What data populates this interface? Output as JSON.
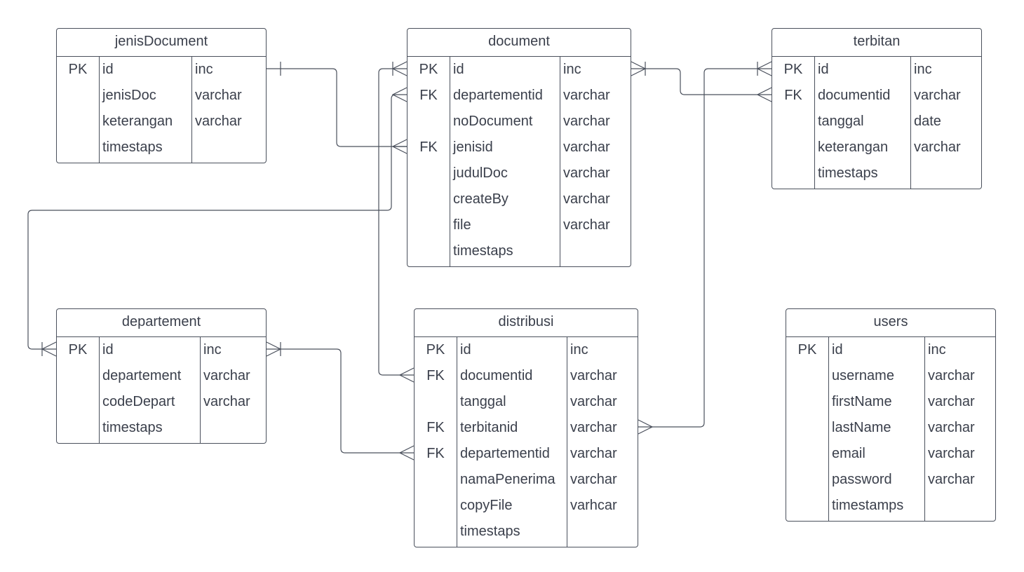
{
  "entities": [
    {
      "id": "jenisDocument",
      "title": "jenisDocument",
      "fields": [
        {
          "key": "PK",
          "name": "id",
          "type": "inc"
        },
        {
          "key": "",
          "name": "jenisDoc",
          "type": "varchar"
        },
        {
          "key": "",
          "name": "keterangan",
          "type": "varchar"
        },
        {
          "key": "",
          "name": "timestaps",
          "type": ""
        }
      ]
    },
    {
      "id": "document",
      "title": "document",
      "fields": [
        {
          "key": "PK",
          "name": "id",
          "type": "inc"
        },
        {
          "key": "FK",
          "name": "departementid",
          "type": "varchar"
        },
        {
          "key": "",
          "name": "noDocument",
          "type": "varchar"
        },
        {
          "key": "FK",
          "name": "jenisid",
          "type": "varchar"
        },
        {
          "key": "",
          "name": "judulDoc",
          "type": "varchar"
        },
        {
          "key": "",
          "name": "createBy",
          "type": "varchar"
        },
        {
          "key": "",
          "name": "file",
          "type": "varchar"
        },
        {
          "key": "",
          "name": "timestaps",
          "type": ""
        }
      ]
    },
    {
      "id": "terbitan",
      "title": "terbitan",
      "fields": [
        {
          "key": "PK",
          "name": "id",
          "type": "inc"
        },
        {
          "key": "FK",
          "name": "documentid",
          "type": "varchar"
        },
        {
          "key": "",
          "name": "tanggal",
          "type": "date"
        },
        {
          "key": "",
          "name": "keterangan",
          "type": "varchar"
        },
        {
          "key": "",
          "name": "timestaps",
          "type": ""
        }
      ]
    },
    {
      "id": "departement",
      "title": "departement",
      "fields": [
        {
          "key": "PK",
          "name": "id",
          "type": "inc"
        },
        {
          "key": "",
          "name": "departement",
          "type": "varchar"
        },
        {
          "key": "",
          "name": "codeDepart",
          "type": "varchar"
        },
        {
          "key": "",
          "name": "timestaps",
          "type": ""
        }
      ]
    },
    {
      "id": "distribusi",
      "title": "distribusi",
      "fields": [
        {
          "key": "PK",
          "name": "id",
          "type": "inc"
        },
        {
          "key": "FK",
          "name": "documentid",
          "type": "varchar"
        },
        {
          "key": "",
          "name": "tanggal",
          "type": "varchar"
        },
        {
          "key": "FK",
          "name": "terbitanid",
          "type": "varchar"
        },
        {
          "key": "FK",
          "name": "departementid",
          "type": "varchar"
        },
        {
          "key": "",
          "name": "namaPenerima",
          "type": "varchar"
        },
        {
          "key": "",
          "name": "copyFile",
          "type": "varhcar"
        },
        {
          "key": "",
          "name": "timestaps",
          "type": ""
        }
      ]
    },
    {
      "id": "users",
      "title": "users",
      "fields": [
        {
          "key": "PK",
          "name": "id",
          "type": "inc"
        },
        {
          "key": "",
          "name": "username",
          "type": "varchar"
        },
        {
          "key": "",
          "name": "firstName",
          "type": "varchar"
        },
        {
          "key": "",
          "name": "lastName",
          "type": "varchar"
        },
        {
          "key": "",
          "name": "email",
          "type": "varchar"
        },
        {
          "key": "",
          "name": "password",
          "type": "varchar"
        },
        {
          "key": "",
          "name": "timestamps",
          "type": ""
        }
      ]
    }
  ],
  "relationships": [
    {
      "from": "jenisDocument.id",
      "from_cardinality": "one",
      "to": "document.jenisid",
      "to_cardinality": "many"
    },
    {
      "from": "departement.id",
      "from_cardinality": "one-or-many",
      "to": "document.departementid",
      "to_cardinality": "many"
    },
    {
      "from": "document.id",
      "from_cardinality": "one-or-many",
      "to": "terbitan.documentid",
      "to_cardinality": "many"
    },
    {
      "from": "document.id",
      "from_cardinality": "one-or-many",
      "to": "distribusi.documentid",
      "to_cardinality": "many"
    },
    {
      "from": "terbitan.id",
      "from_cardinality": "one-or-many",
      "to": "distribusi.terbitanid",
      "to_cardinality": "many"
    },
    {
      "from": "departement.id",
      "from_cardinality": "one-or-many",
      "to": "distribusi.departementid",
      "to_cardinality": "many"
    }
  ],
  "colors": {
    "line": "#4a505c",
    "text": "#3a3f4b",
    "background": "#ffffff"
  }
}
